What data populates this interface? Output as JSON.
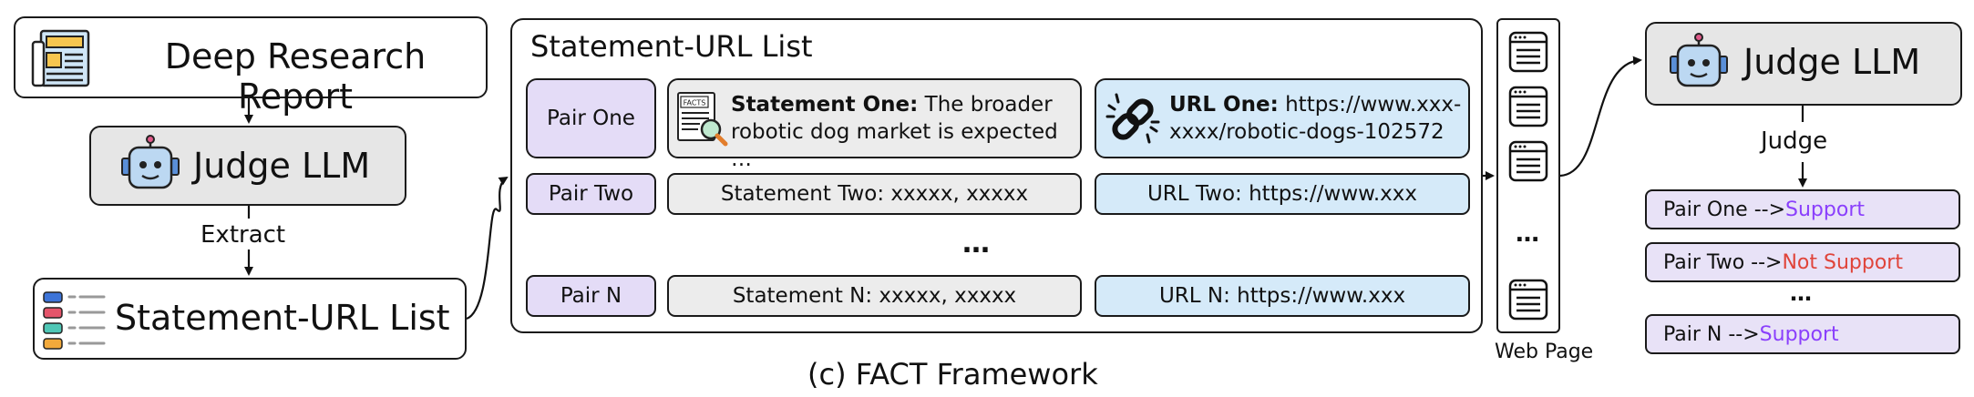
{
  "left": {
    "report_label": "Deep Research Report",
    "judge_label": "Judge LLM",
    "extract_label": "Extract",
    "list_label": "Statement-URL List"
  },
  "list_panel": {
    "title": "Statement-URL List",
    "rows": [
      {
        "pair": "Pair One",
        "statement_bold": "Statement One:",
        "statement_rest": " The broader robotic dog market is expected …",
        "url_bold": "URL One:",
        "url_rest": " https://www.xxx-xxxx/robotic-dogs-102572"
      },
      {
        "pair": "Pair Two",
        "statement": "Statement Two: xxxxx, xxxxx",
        "url": "URL Two: https://www.xxx"
      },
      {
        "pair": "Pair N",
        "statement": "Statement N: xxxxx, xxxxx",
        "url": "URL N: https://www.xxx"
      }
    ],
    "ellipsis": "…",
    "facts_stamp": "FACTS"
  },
  "webpage": {
    "label": "Web Page",
    "ellipsis": "…"
  },
  "right": {
    "judge_label": "Judge LLM",
    "judge_action": "Judge",
    "results": [
      {
        "pair": "Pair One -->",
        "verdict": " Support",
        "verdict_color": "#8a3ffc"
      },
      {
        "pair": "Pair Two -->",
        "verdict": " Not Support",
        "verdict_color": "#e0443a"
      },
      {
        "pair": "Pair N -->",
        "verdict": " Support",
        "verdict_color": "#8a3ffc"
      }
    ],
    "ellipsis": "…"
  },
  "caption": "(c) FACT Framework",
  "icons": [
    "newspaper-icon",
    "robot-icon",
    "list-icon",
    "facts-document-icon",
    "link-icon",
    "webpage-icon"
  ]
}
